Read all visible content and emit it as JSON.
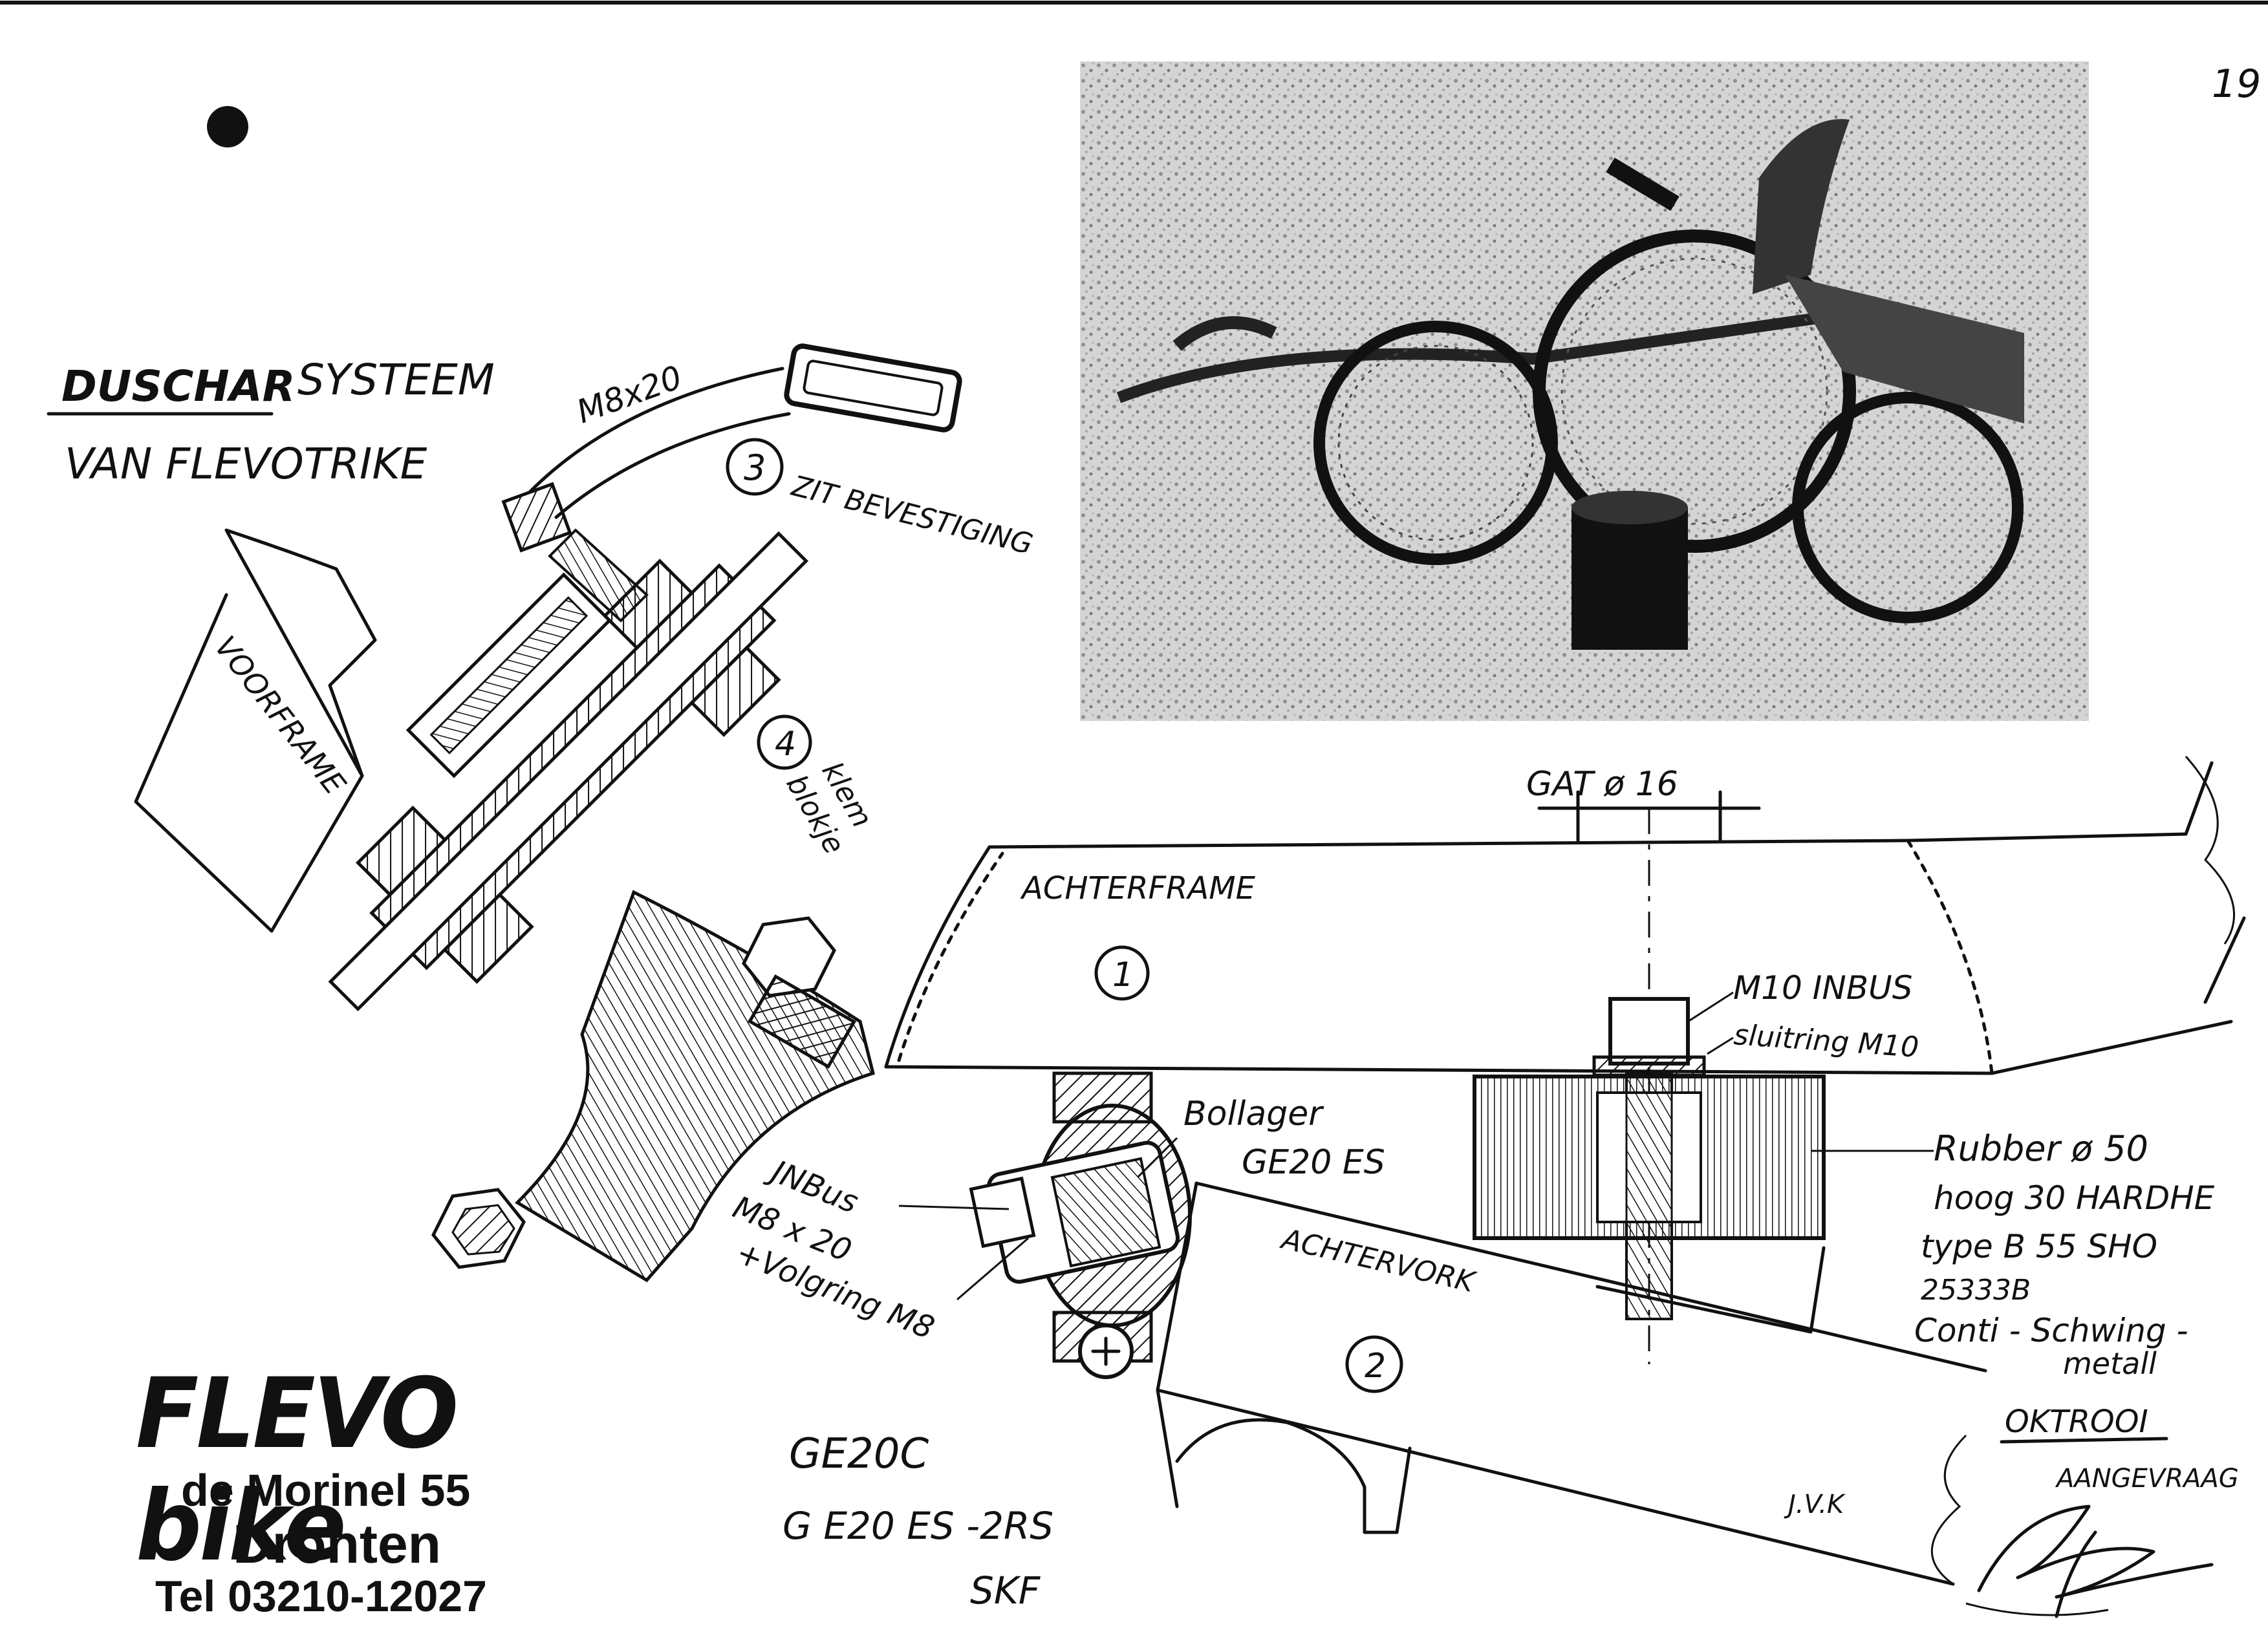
{
  "page_number": "19",
  "title": {
    "line1_name": "DUSCHAR",
    "line1_rest": "SYSTEEM",
    "line2": "VAN FLEVOTRIKE"
  },
  "labels": {
    "m8x20_top": "M8x20",
    "part3_num": "3",
    "part3_text": "ZIT BEVESTIGING",
    "voorframe": "VOORFRAME",
    "part4_num": "4",
    "part4_text_a": "klem",
    "part4_text_b": "blokje",
    "gat": "GAT ø 16",
    "achterframe": "ACHTERFRAME",
    "part1_num": "1",
    "m10_inbus": "M10 INBUS",
    "sluitring": "sluitring M10",
    "bollager_a": "Bollager",
    "bollager_b": "GE20 ES",
    "inbus_a": "JNBus",
    "inbus_b": "M8 x 20",
    "inbus_c": "+Volgring M8",
    "achtervork": "ACHTERVORK",
    "part2_num": "2",
    "rubber_a": "Rubber ø 50",
    "rubber_b": "hoog 30   HARDHE",
    "rubber_c": "type  B      55 SHO",
    "rubber_d": "25333B",
    "rubber_e": "Conti - Schwing -",
    "rubber_f": "metall",
    "oktrooi": "OKTROOI",
    "aangevraagd": "AANGEVRAAG",
    "ge20c": "GE20C",
    "ge20es2rs": "G E20 ES -2RS",
    "skf": "SKF",
    "initials": "J.V.K"
  },
  "brand": {
    "logo": "FLEVO bike",
    "address": "de Morinel  55",
    "city": "Dronten",
    "tel": "Tel 03210-12027"
  },
  "icons": [
    "punch-hole-icon",
    "trike-photo",
    "signature-icon"
  ]
}
